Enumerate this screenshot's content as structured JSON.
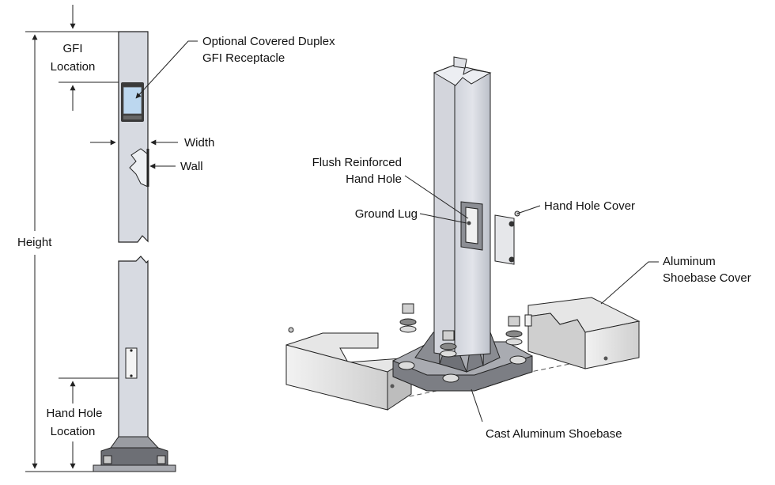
{
  "labels": {
    "gfi_location": [
      "GFI",
      "Location"
    ],
    "gfi_receptacle": [
      "Optional Covered Duplex",
      "GFI Receptacle"
    ],
    "width": "Width",
    "wall": "Wall",
    "height": "Height",
    "hand_hole_location": [
      "Hand Hole",
      "Location"
    ],
    "flush_hand_hole": [
      "Flush Reinforced",
      "Hand Hole"
    ],
    "ground_lug": "Ground Lug",
    "hand_hole_cover": "Hand Hole Cover",
    "shoebase_cover": [
      "Aluminum",
      "Shoebase Cover"
    ],
    "cast_shoebase": "Cast Aluminum Shoebase"
  },
  "colors": {
    "metal_light": "#e4e4e4",
    "metal_mid": "#c9ccd3",
    "metal_dark": "#8e9096",
    "receptacle_blue": "#bcd7ef",
    "line": "#222222"
  }
}
